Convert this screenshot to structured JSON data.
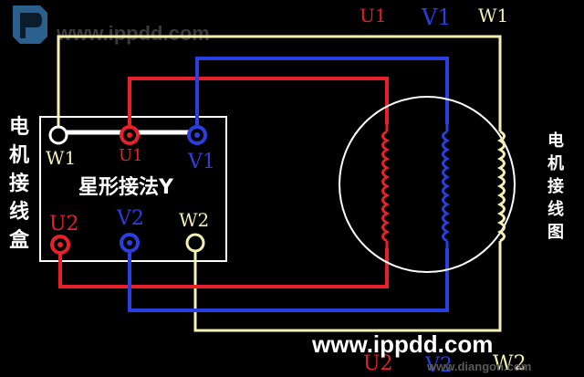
{
  "watermark_top": "www.ippdd.com",
  "watermark_bottom": "www.ippdd.com",
  "watermark_faint": "www.diangon.com",
  "motor_labels": {
    "u1": "U1",
    "v1": "V1",
    "w1": "W1",
    "u2": "U2",
    "v2": "V2",
    "w2": "W2"
  },
  "box_side_label": [
    "电",
    "机",
    "接",
    "线",
    "盒"
  ],
  "box_caption": "星形接法Y",
  "diagram_side_label": [
    "电",
    "机",
    "接",
    "线",
    "图"
  ],
  "terminals": {
    "w1": "W1",
    "u1": "U1",
    "v1": "V1",
    "u2": "U2",
    "v2": "V2",
    "w2": "W2"
  },
  "colors": {
    "u": "#e8202a",
    "v": "#2a3fe0",
    "w": "#f4f0b0",
    "wire_white": "#ffffff",
    "logo": "#2b5f8e"
  }
}
